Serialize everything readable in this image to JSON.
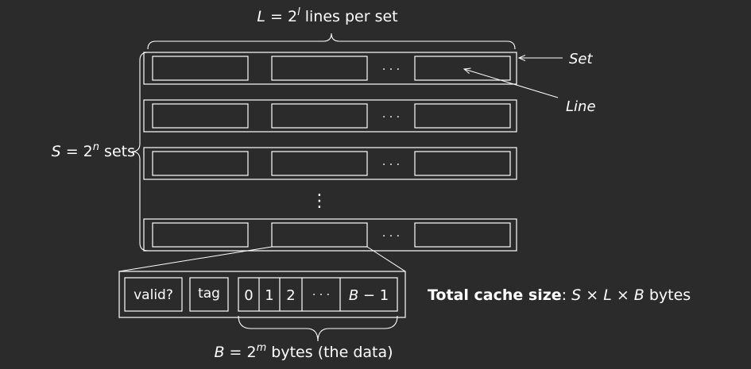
{
  "labels": {
    "lines_per_set": {
      "lhs": "L",
      "eq": " = 2",
      "exp": "l",
      "rest": " lines per set"
    },
    "num_sets": {
      "lhs": "S",
      "eq": " = 2",
      "exp": "n",
      "rest": " sets"
    },
    "set": "Set",
    "line": "Line",
    "vertical_dots": "⋮",
    "ellipsis": "· · ·"
  },
  "block": {
    "valid": "valid?",
    "tag": "tag",
    "bytes": [
      "0",
      "1",
      "2",
      "· · ·"
    ],
    "last_byte": {
      "b": "B",
      "rest": " − 1"
    }
  },
  "data_bytes": {
    "lhs": "B",
    "eq": " = 2",
    "exp": "m",
    "rest": " bytes (the data)"
  },
  "total": {
    "label": "Total cache size",
    "colon": ": ",
    "s": "S",
    "x1": " × ",
    "l": "L",
    "x2": " × ",
    "b": "B",
    "unit": " bytes"
  },
  "colors": {
    "background": "#2b2b2b",
    "stroke": "#ffffff"
  }
}
